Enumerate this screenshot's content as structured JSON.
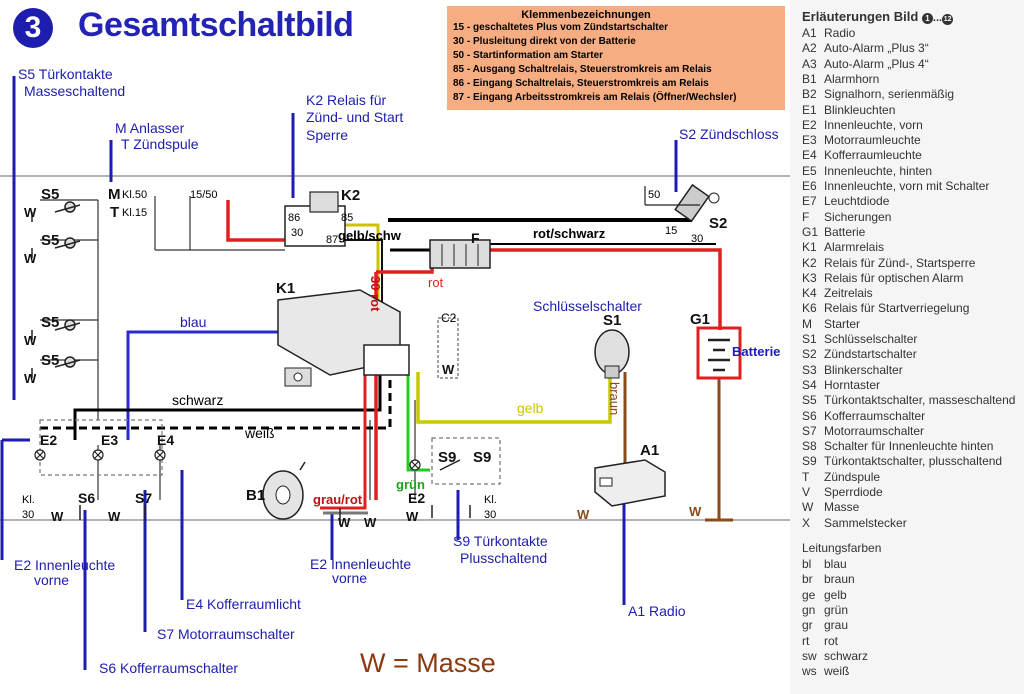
{
  "header": {
    "number": "3",
    "title": "Gesamtschaltbild"
  },
  "terminal_legend": {
    "title": "Klemmenbezeichnungen",
    "lines": [
      "15 - geschaltetes Plus vom Zündstartschalter",
      "30 - Plusleitung direkt von der Batterie",
      "50 - Startinformation am Starter",
      "85 - Ausgang Schaltrelais, Steuerstromkreis am Relais",
      "86 - Eingang Schaltrelais, Steuerstromkreis am Relais",
      "87 - Eingang Arbeitsstromkreis am Relais (Öffner/Wechsler)"
    ]
  },
  "callouts": {
    "s5": [
      "S5 Türkontakte",
      "Masseschaltend"
    ],
    "m_t": [
      "M Anlasser",
      "T Zündspule"
    ],
    "k2": [
      "K2 Relais für",
      "Zünd- und Start",
      "Sperre"
    ],
    "s2": "S2 Zündschloss",
    "schluessel": "Schlüsselschalter",
    "batterie": "Batterie",
    "e2_left": [
      "E2 Innenleuchte",
      "vorne"
    ],
    "e4": "E4 Kofferraumlicht",
    "s7": "S7 Motorraumschalter",
    "s6": "S6 Kofferraumschalter",
    "e2_mid": [
      "E2 Innenleuchte",
      "vorne"
    ],
    "s9": [
      "S9 Türkontakte",
      "Plusschaltend"
    ],
    "a1": "A1 Radio"
  },
  "wire_labels": {
    "blau": "blau",
    "schwarz": "schwarz",
    "weiss": "weiß",
    "gelb_schw": "gelb/schw",
    "rot_schwarz": "rot/schwarz",
    "rot": "rot",
    "dreissig_rot": "30 rot",
    "gelb": "gelb",
    "braun": "braun",
    "gruen": "grün",
    "grau_rot": "grau/rot"
  },
  "components": {
    "s5": "S5",
    "m": "M",
    "t": "T",
    "kl50": "Kl.50",
    "kl15": "Kl.15",
    "k2": "K2",
    "k2_86": "86",
    "k2_85": "85",
    "k2_30": "30",
    "k2_87": "87",
    "k1": "K1",
    "f": "F",
    "s1": "S1",
    "g1": "G1",
    "s2": "S2",
    "a1": "A1",
    "b1": "B1",
    "e2": "E2",
    "e3": "E3",
    "e4": "E4",
    "s6": "S6",
    "s7": "S7",
    "s9": "S9",
    "c2": "C2",
    "w": "W",
    "kl30": "Kl.",
    "kl30b": "30",
    "v1550": "15/50",
    "n50": "50",
    "n15": "15",
    "n30": "30"
  },
  "masse_note": "W = Masse",
  "side_panel": {
    "title": "Erläuterungen Bild",
    "range_start": "1",
    "range_sep": "...",
    "range_end": "12",
    "entries": [
      {
        "code": "A1",
        "text": "Radio"
      },
      {
        "code": "A2",
        "text": "Auto-Alarm „Plus 3“"
      },
      {
        "code": "A3",
        "text": "Auto-Alarm „Plus 4“"
      },
      {
        "code": "B1",
        "text": "Alarmhorn"
      },
      {
        "code": "B2",
        "text": "Signalhorn, serienmäßig"
      },
      {
        "code": "E1",
        "text": "Blinkleuchten"
      },
      {
        "code": "E2",
        "text": "Innenleuchte, vorn"
      },
      {
        "code": "E3",
        "text": "Motorraumleuchte"
      },
      {
        "code": "E4",
        "text": "Kofferraumleuchte"
      },
      {
        "code": "E5",
        "text": "Innenleuchte, hinten"
      },
      {
        "code": "E6",
        "text": "Innenleuchte, vorn mit Schalter"
      },
      {
        "code": "E7",
        "text": "Leuchtdiode"
      },
      {
        "code": "F",
        "text": "Sicherungen"
      },
      {
        "code": "G1",
        "text": "Batterie"
      },
      {
        "code": "K1",
        "text": "Alarmrelais"
      },
      {
        "code": "K2",
        "text": "Relais für Zünd-, Startsperre"
      },
      {
        "code": "K3",
        "text": "Relais für optischen Alarm"
      },
      {
        "code": "K4",
        "text": "Zeitrelais"
      },
      {
        "code": "K6",
        "text": "Relais für Startverriegelung"
      },
      {
        "code": "M",
        "text": "Starter"
      },
      {
        "code": "S1",
        "text": "Schlüsselschalter"
      },
      {
        "code": "S2",
        "text": "Zündstartschalter"
      },
      {
        "code": "S3",
        "text": "Blinkerschalter"
      },
      {
        "code": "S4",
        "text": "Horntaster"
      },
      {
        "code": "S5",
        "text": "Türkontaktschalter, masseschaltend"
      },
      {
        "code": "S6",
        "text": "Kofferraumschalter"
      },
      {
        "code": "S7",
        "text": "Motorraumschalter"
      },
      {
        "code": "S8",
        "text": "Schalter für Innenleuchte hinten"
      },
      {
        "code": "S9",
        "text": "Türkontaktschalter, plusschaltend"
      },
      {
        "code": "T",
        "text": "Zündspule"
      },
      {
        "code": "V",
        "text": "Sperrdiode"
      },
      {
        "code": "W",
        "text": "Masse"
      },
      {
        "code": "X",
        "text": "Sammelstecker"
      }
    ],
    "colors_title": "Leitungsfarben",
    "colors": [
      {
        "code": "bl",
        "text": "blau"
      },
      {
        "code": "br",
        "text": "braun"
      },
      {
        "code": "ge",
        "text": "gelb"
      },
      {
        "code": "gn",
        "text": "grün"
      },
      {
        "code": "gr",
        "text": "grau"
      },
      {
        "code": "rt",
        "text": "rot"
      },
      {
        "code": "sw",
        "text": "schwarz"
      },
      {
        "code": "ws",
        "text": "weiß"
      }
    ]
  }
}
